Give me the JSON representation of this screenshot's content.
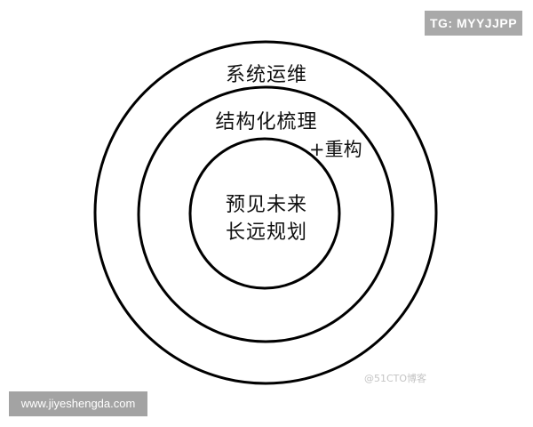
{
  "rings": {
    "outer_label": "系统运维",
    "middle_label": "结构化梳理",
    "middle_extra": "+重构",
    "inner_line1": "预见未来",
    "inner_line2": "长远规划"
  },
  "badges": {
    "top_right": "TG: MYYJJPP",
    "bottom_left": "www.jiyeshengda.com"
  },
  "watermark": "@51CTO博客",
  "colors": {
    "stroke": "#000000",
    "badge_bg": "#a9a9a9",
    "badge_text": "#ffffff"
  }
}
